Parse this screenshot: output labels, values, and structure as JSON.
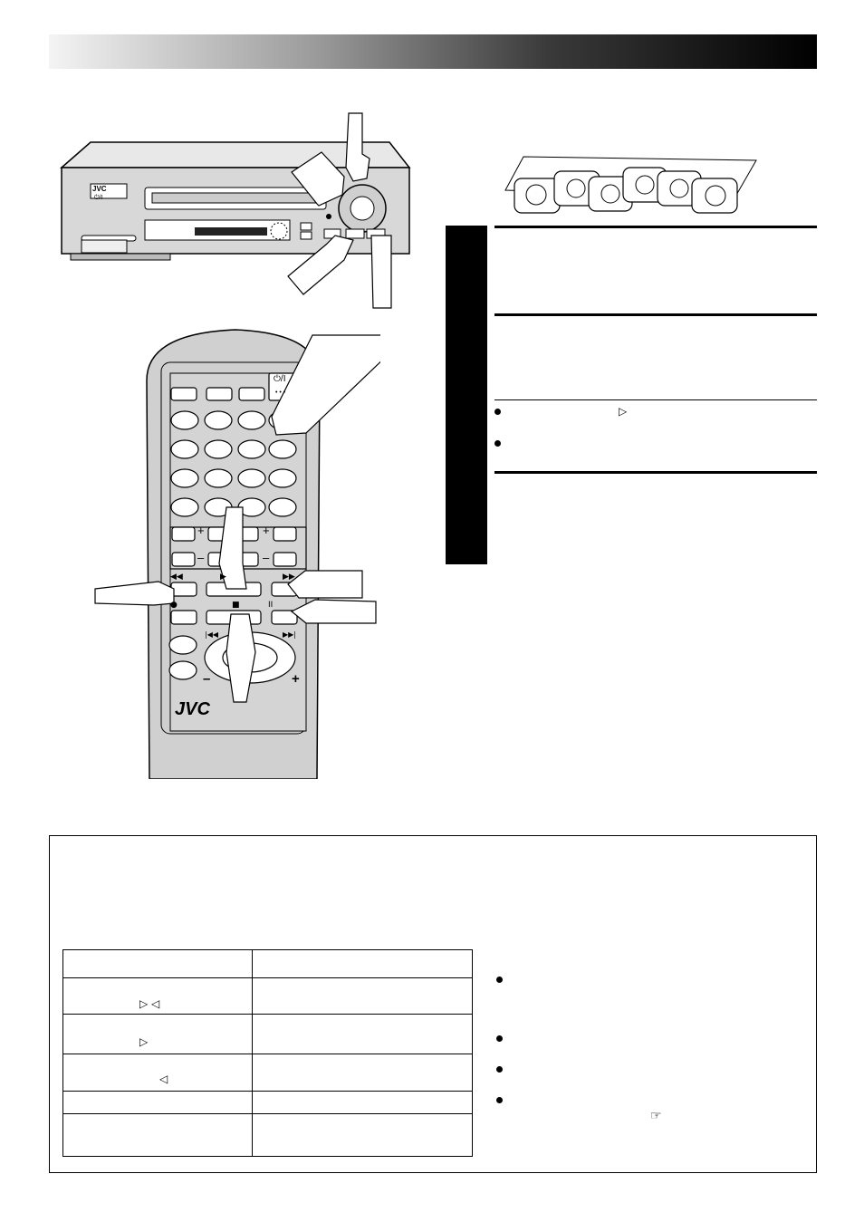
{
  "header": {
    "title": ""
  },
  "vcr": {
    "brand": "JVC",
    "power_label": "⏻/I"
  },
  "remote": {
    "brand": "JVC",
    "power_label": "⏻/I",
    "power_dots": "• • •",
    "plus": "+",
    "minus": "–",
    "rew_symbol": "◀◀",
    "play_symbol": "▶",
    "ff_symbol": "▶▶",
    "rec_symbol": "●",
    "stop_symbol": "■",
    "pause_symbol": "II",
    "prev_symbol": "|◀◀",
    "next_symbol": "▶▶|"
  },
  "symbols": {
    "play_outline": "▷",
    "pointing_hand": "☞"
  },
  "table": {
    "rows": [
      {
        "cell_a": "",
        "cell_b": "",
        "sym": ""
      },
      {
        "cell_a": "",
        "cell_b": "",
        "sym": "▷ ◁"
      },
      {
        "cell_a": "",
        "cell_b": "",
        "sym": "▷"
      },
      {
        "cell_a": "",
        "cell_b": "",
        "sym": "◁"
      },
      {
        "cell_a": "",
        "cell_b": "",
        "sym": ""
      },
      {
        "cell_a": "",
        "cell_b": "",
        "sym": ""
      }
    ]
  }
}
